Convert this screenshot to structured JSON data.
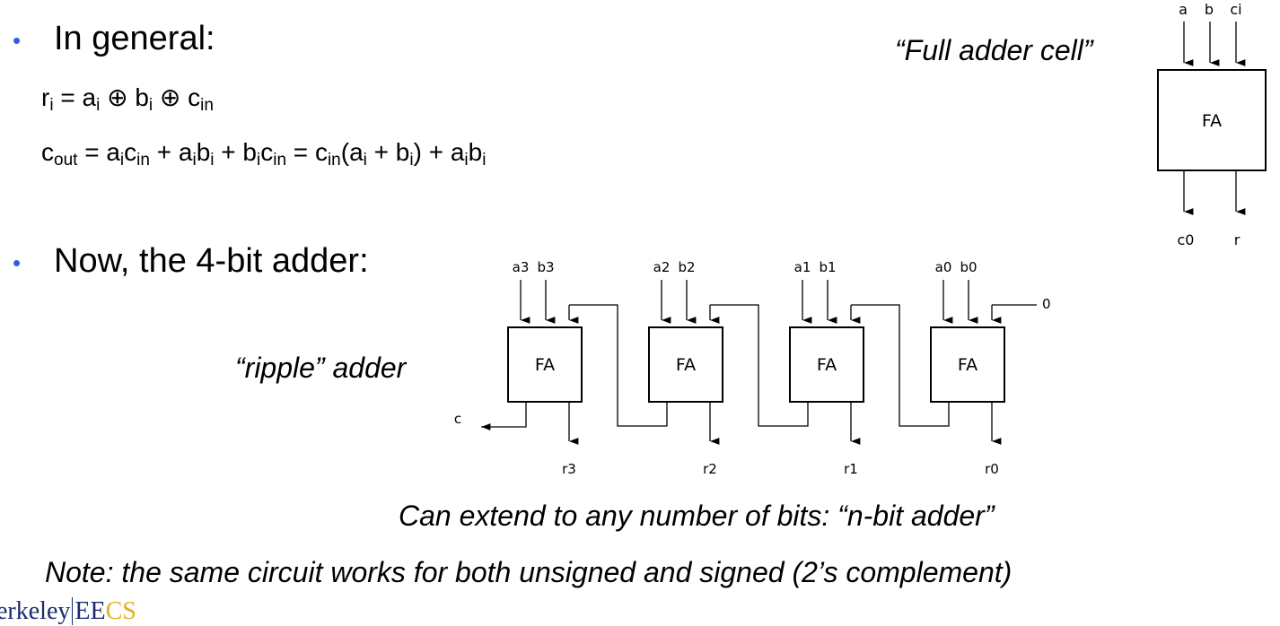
{
  "slide": {
    "bullet_general": "In general:",
    "bullet_4bit": "Now, the 4-bit adder:",
    "formula_r": {
      "lhs": "r",
      "lhs_sub": "i",
      "eq": " = ",
      "a": "a",
      "a_sub": "i",
      "xor1": " ⊕ ",
      "b": "b",
      "b_sub": "i",
      "xor2": " ⊕ ",
      "c": "c",
      "c_sub": "in"
    },
    "formula_cout": {
      "lhs": "c",
      "lhs_sub": "out",
      "eq": " = ",
      "t1a": "a",
      "t1a_sub": "i",
      "t1c": "c",
      "t1c_sub": "in",
      "plus1": " + ",
      "t2a": "a",
      "t2a_sub": "i",
      "t2b": "b",
      "t2b_sub": "i",
      "plus2": " + ",
      "t3b": "b",
      "t3b_sub": "i",
      "t3c": "c",
      "t3c_sub": "in",
      "eq2": " = ",
      "f1c": "c",
      "f1c_sub": "in",
      "open": "(a",
      "f1a_sub": "i",
      "plus3": " + b",
      "f1b_sub": "i",
      "close": ") + ",
      "f2a": "a",
      "f2a_sub": "i",
      "f2b": "b",
      "f2b_sub": "i"
    },
    "full_adder_caption": "“Full adder cell”",
    "ripple_caption": "“ripple” adder",
    "extend_caption": "Can extend to any number of bits: “n-bit adder”",
    "note": "Note: the same circuit works for both unsigned and signed (2’s complement)",
    "logo": {
      "left": "erkeley",
      "ee": "EE",
      "cs": "CS"
    }
  },
  "full_adder_cell": {
    "label": "FA",
    "inputs": [
      "a",
      "b",
      "ci"
    ],
    "outputs": [
      "c0",
      "r"
    ]
  },
  "ripple_adder": {
    "cells": [
      {
        "label": "FA",
        "in_a": "a3",
        "in_b": "b3",
        "out": "r3"
      },
      {
        "label": "FA",
        "in_a": "a2",
        "in_b": "b2",
        "out": "r2"
      },
      {
        "label": "FA",
        "in_a": "a1",
        "in_b": "b1",
        "out": "r1"
      },
      {
        "label": "FA",
        "in_a": "a0",
        "in_b": "b0",
        "out": "r0"
      }
    ],
    "carry_in": "0",
    "carry_out": "c"
  }
}
